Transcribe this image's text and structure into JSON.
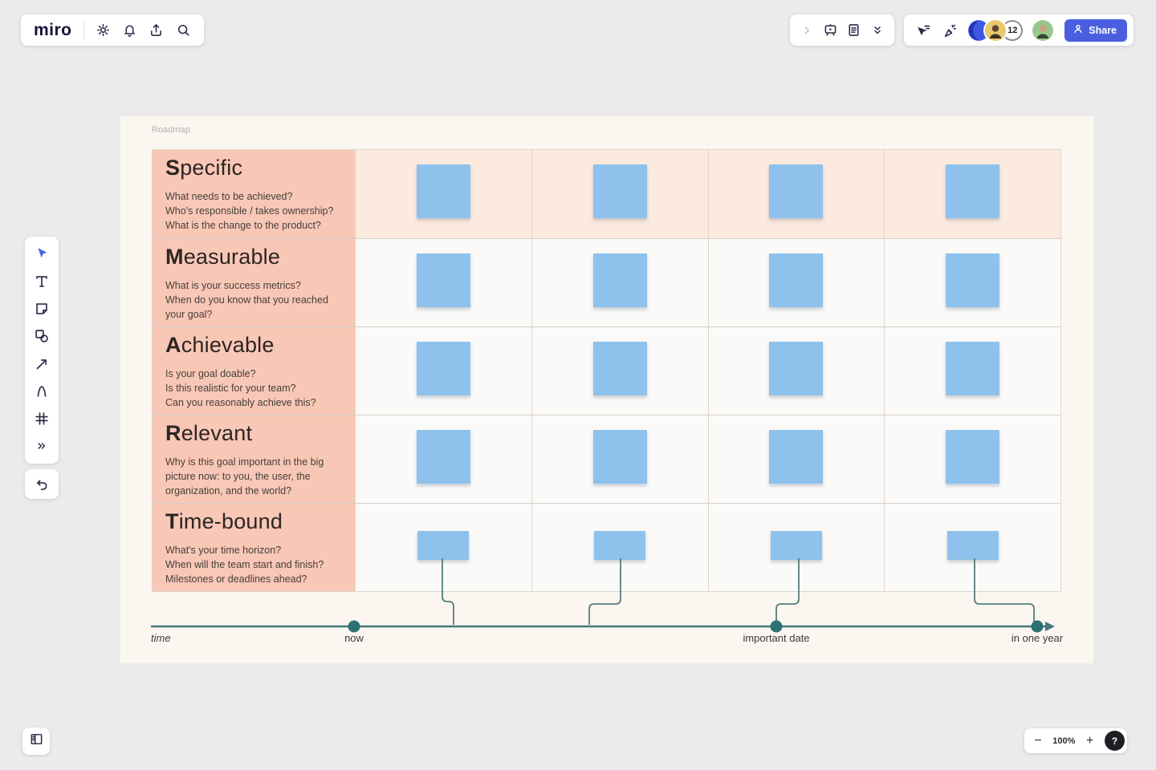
{
  "topbar": {
    "logo": "miro",
    "left_icons": [
      "settings-gear",
      "notifications-bell",
      "export-upload",
      "search"
    ],
    "present_group_icons": [
      "chevron-right",
      "presentation-easel",
      "notes-document",
      "collapse-double-chevron-down"
    ],
    "collab": {
      "icons": [
        "follow-cursor",
        "reactions-party"
      ],
      "avatars": [
        "abstract-blue",
        "user-yellow",
        "user-green"
      ],
      "overflow_count": "12",
      "share_label": "Share"
    }
  },
  "left_toolbar": {
    "tools": [
      "select-cursor",
      "text",
      "sticky-note",
      "shapes",
      "arrow-connector",
      "pen",
      "frame",
      "more-tools"
    ],
    "undo": "undo-arrow"
  },
  "board": {
    "frame_label": "Roadmap",
    "note_columns": 4,
    "rows": [
      {
        "letter": "S",
        "rest": "pecific",
        "questions": [
          "What needs to be achieved?",
          "Who's responsible / takes ownership?",
          "What is the change to the product?"
        ]
      },
      {
        "letter": "M",
        "rest": "easurable",
        "questions": [
          "What is your success metrics?",
          "When do you know that you reached your goal?"
        ]
      },
      {
        "letter": "A",
        "rest": "chievable",
        "questions": [
          "Is your goal doable?",
          "Is this realistic for your team?",
          "Can you reasonably achieve this?"
        ]
      },
      {
        "letter": "R",
        "rest": "elevant",
        "questions": [
          "Why is this goal important in the big picture now: to you, the user, the organization, and the world?"
        ]
      },
      {
        "letter": "T",
        "rest": "ime-bound",
        "questions": [
          "What's your time horizon?",
          "When will the team start and finish?",
          "Milestones or deadlines ahead?"
        ]
      }
    ],
    "timeline": {
      "start_label": "time",
      "points": [
        "now",
        "important date",
        "in one year"
      ]
    }
  },
  "controls": {
    "zoom_out": "−",
    "zoom_level": "100%",
    "zoom_in": "+",
    "help": "?"
  },
  "colors": {
    "accent_blue": "#4a5fe0",
    "sticky_blue": "#8ec2ec",
    "label_cell_salmon": "#f9c7b6",
    "row1_peach": "#fceade",
    "timeline_teal": "#2c7174",
    "canvas_gray": "#ebebeb",
    "frame_white": "#fbf6f0",
    "icon_navy": "#2b2948"
  }
}
